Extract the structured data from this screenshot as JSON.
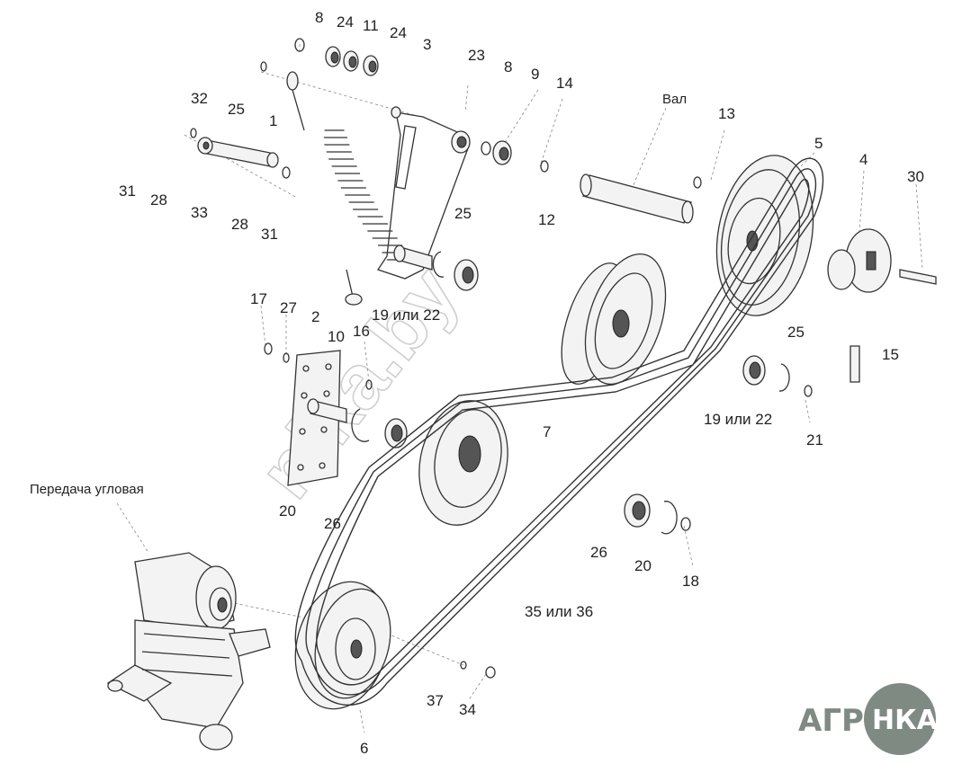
{
  "labels": {
    "l8a": "8",
    "l24a": "24",
    "l11": "11",
    "l24b": "24",
    "l3": "3",
    "l23": "23",
    "l8b": "8",
    "l9": "9",
    "l14": "14",
    "l32": "32",
    "l25a": "25",
    "l1": "1",
    "l13": "13",
    "l5": "5",
    "l4": "4",
    "l30": "30",
    "l31a": "31",
    "l28a": "28",
    "l33": "33",
    "l28b": "28",
    "l31b": "31",
    "l25b": "25",
    "l12": "12",
    "l17": "17",
    "l27": "27",
    "l2": "2",
    "l10": "10",
    "l16": "16",
    "l19a": "19 или 22",
    "l25c": "25",
    "l15": "15",
    "l19b": "19 или 22",
    "l21": "21",
    "l7": "7",
    "l20a": "20",
    "l26a": "26",
    "l26b": "26",
    "l20b": "20",
    "l18": "18",
    "l35": "35 или 36",
    "l37": "37",
    "l34": "34",
    "l6": "6"
  },
  "captions": {
    "shaft": "Вал",
    "angle_drive": "Передача угловая"
  },
  "watermark": "nika.by",
  "logo": {
    "left_text": "АГРО",
    "circle_text": "НКА",
    "color": "#7f8a82"
  }
}
